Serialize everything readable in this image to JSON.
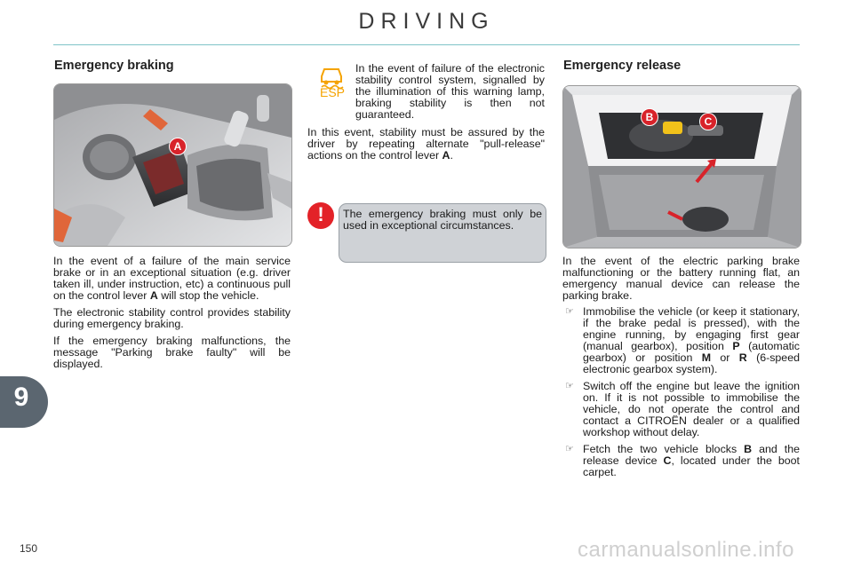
{
  "header": {
    "title": "DRIVING"
  },
  "chapter": {
    "number": "9"
  },
  "page": {
    "number": "150"
  },
  "watermark": "carmanualsonline.info",
  "emergency_braking": {
    "title": "Emergency braking",
    "image_labels": {
      "a": "A"
    },
    "paragraphs": [
      {
        "pre": "In the event of a failure of the main service brake or in an exceptional situation (e.g. driver taken ill, under instruction, etc) a continuous pull on the control lever ",
        "bold": "A",
        "post": " will stop the vehicle."
      },
      {
        "text": "The electronic stability control provides stability during emergency braking."
      },
      {
        "text": "If the emergency braking malfunctions, the message \"Parking brake faulty\" will be displayed."
      }
    ]
  },
  "esp_section": {
    "icon_label": "ESP",
    "warning_text": "In the event of failure of the electronic stability control system, signalled by the illumination of this warning lamp, braking stability is then not guaranteed.",
    "stability": {
      "pre": "In this event, stability must be assured by the driver by repeating alternate \"pull-release\" actions on the control lever ",
      "bold": "A",
      "post": "."
    },
    "warning_box": "The emergency braking must only be used in exceptional circumstances."
  },
  "emergency_release": {
    "title": "Emergency release",
    "image_labels": {
      "b": "B",
      "c": "C"
    },
    "intro": "In the event of the electric parking brake malfunctioning or the battery running flat, an emergency manual device can release the parking brake.",
    "bullets": [
      {
        "parts": [
          "Immobilise the vehicle (or keep it stationary, if the brake pedal is pressed), with the engine running, by engaging first gear (manual gearbox), position ",
          "P",
          " (automatic gearbox) or position ",
          "M",
          " or ",
          "R",
          " (6-speed electronic gearbox system)."
        ]
      },
      {
        "parts": [
          "Switch off the engine but leave the ignition on. If it is not possible to immobilise the vehicle, do not operate the control and contact a CITROËN dealer or a qualified workshop without delay."
        ]
      },
      {
        "parts": [
          "Fetch the two vehicle blocks ",
          "B",
          " and the release device ",
          "C",
          ", located under the boot carpet."
        ]
      }
    ]
  },
  "colors": {
    "accent_rule": "#7fc4c8",
    "label_red": "#d8232a",
    "tab_grey": "#5b6670",
    "warning_red": "#e32228",
    "esp_amber": "#f5a300"
  }
}
